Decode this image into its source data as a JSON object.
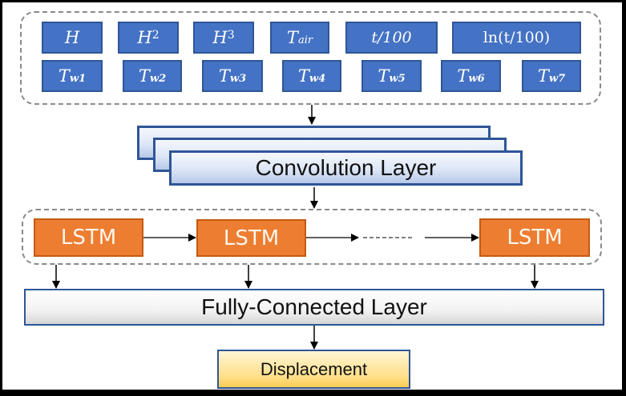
{
  "diagram": {
    "title": "CNN-LSTM displacement prediction model",
    "colors": {
      "input_fill": "#4472c4",
      "input_border": "#2f5597",
      "lstm_fill": "#ed7d31",
      "lstm_border": "#c55a11",
      "layer_border": "#2f5597",
      "output_fill": "#ffe08a",
      "container_dash": "#8a8a8a"
    },
    "inputs": {
      "row1": [
        {
          "base": "H",
          "sup": "",
          "sub": ""
        },
        {
          "base": "H",
          "sup": "2",
          "sub": ""
        },
        {
          "base": "H",
          "sup": "3",
          "sub": ""
        },
        {
          "base": "T",
          "sup": "",
          "sub": "air"
        },
        {
          "base": "t/100",
          "sup": "",
          "sub": ""
        },
        {
          "base": "ln(t/100)",
          "sup": "",
          "sub": ""
        }
      ],
      "row2": [
        {
          "base": "T",
          "sup": "",
          "sub": "w1"
        },
        {
          "base": "T",
          "sup": "",
          "sub": "w2"
        },
        {
          "base": "T",
          "sup": "",
          "sub": "w3"
        },
        {
          "base": "T",
          "sup": "",
          "sub": "w4"
        },
        {
          "base": "T",
          "sup": "",
          "sub": "w5"
        },
        {
          "base": "T",
          "sup": "",
          "sub": "w6"
        },
        {
          "base": "T",
          "sup": "",
          "sub": "w7"
        }
      ]
    },
    "conv_layer": {
      "label": "Convolution Layer"
    },
    "lstm_cells": [
      {
        "label": "LSTM"
      },
      {
        "label": "LSTM"
      },
      {
        "label": "LSTM"
      }
    ],
    "fc_layer": {
      "label": "Fully-Connected Layer"
    },
    "output": {
      "label": "Displacement"
    }
  }
}
